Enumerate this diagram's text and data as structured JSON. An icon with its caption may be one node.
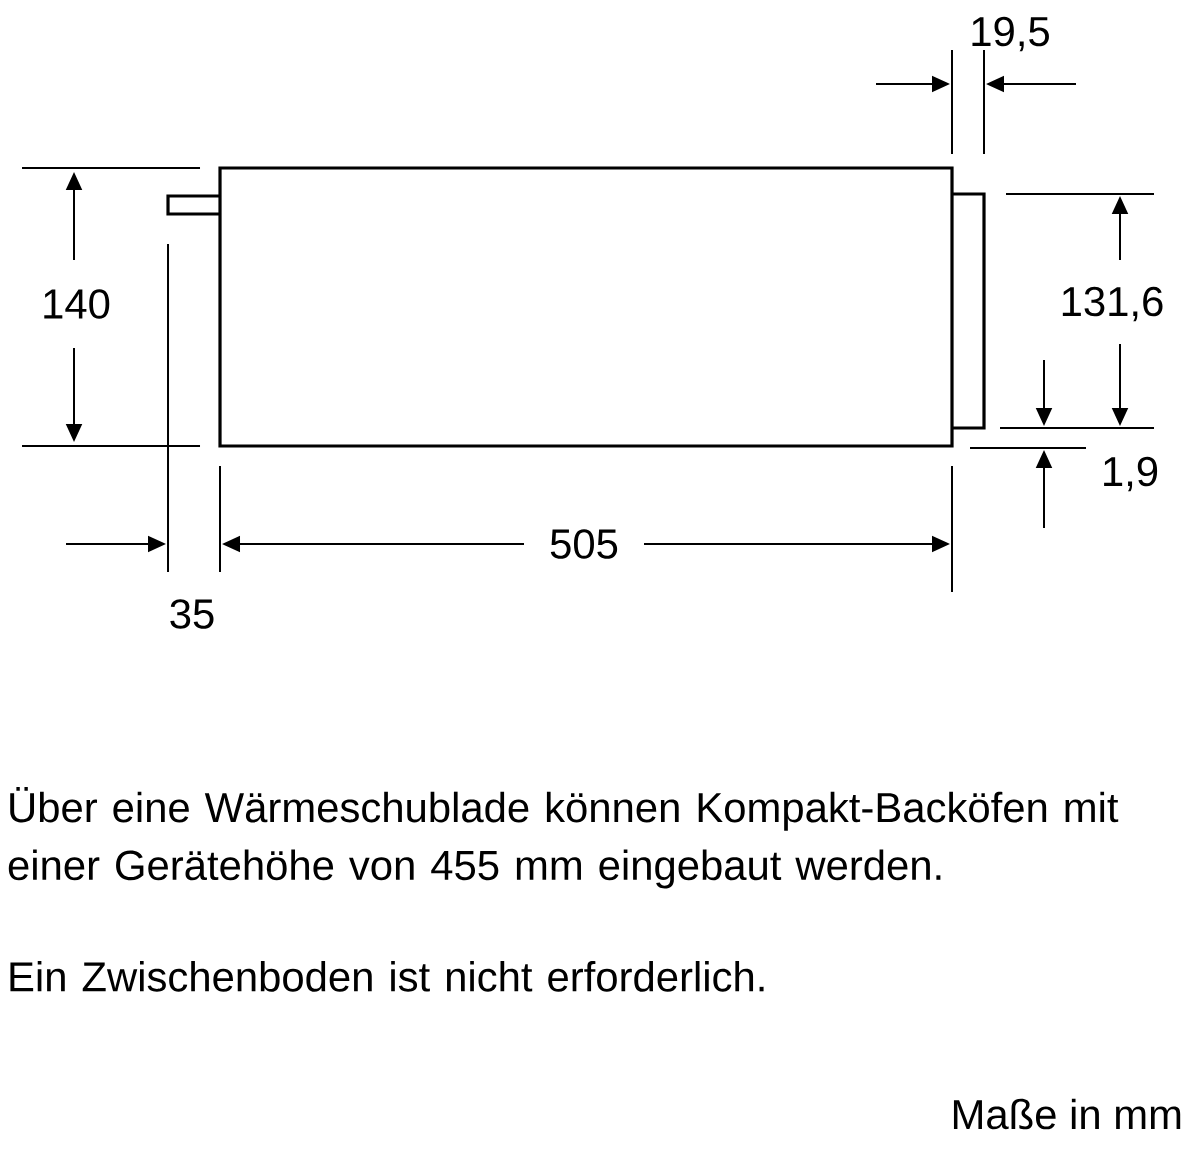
{
  "diagram": {
    "labels": [
      "19,5",
      "140",
      "131,6",
      "1,9",
      "505",
      "35",
      "Über eine Wärmeschublade können Kompakt-Backöfen mit einer Gerätehöhe von 455 mm eingebaut werden.",
      "Ein Zwischenboden ist nicht erforderlich.",
      "Maße in mm"
    ]
  }
}
